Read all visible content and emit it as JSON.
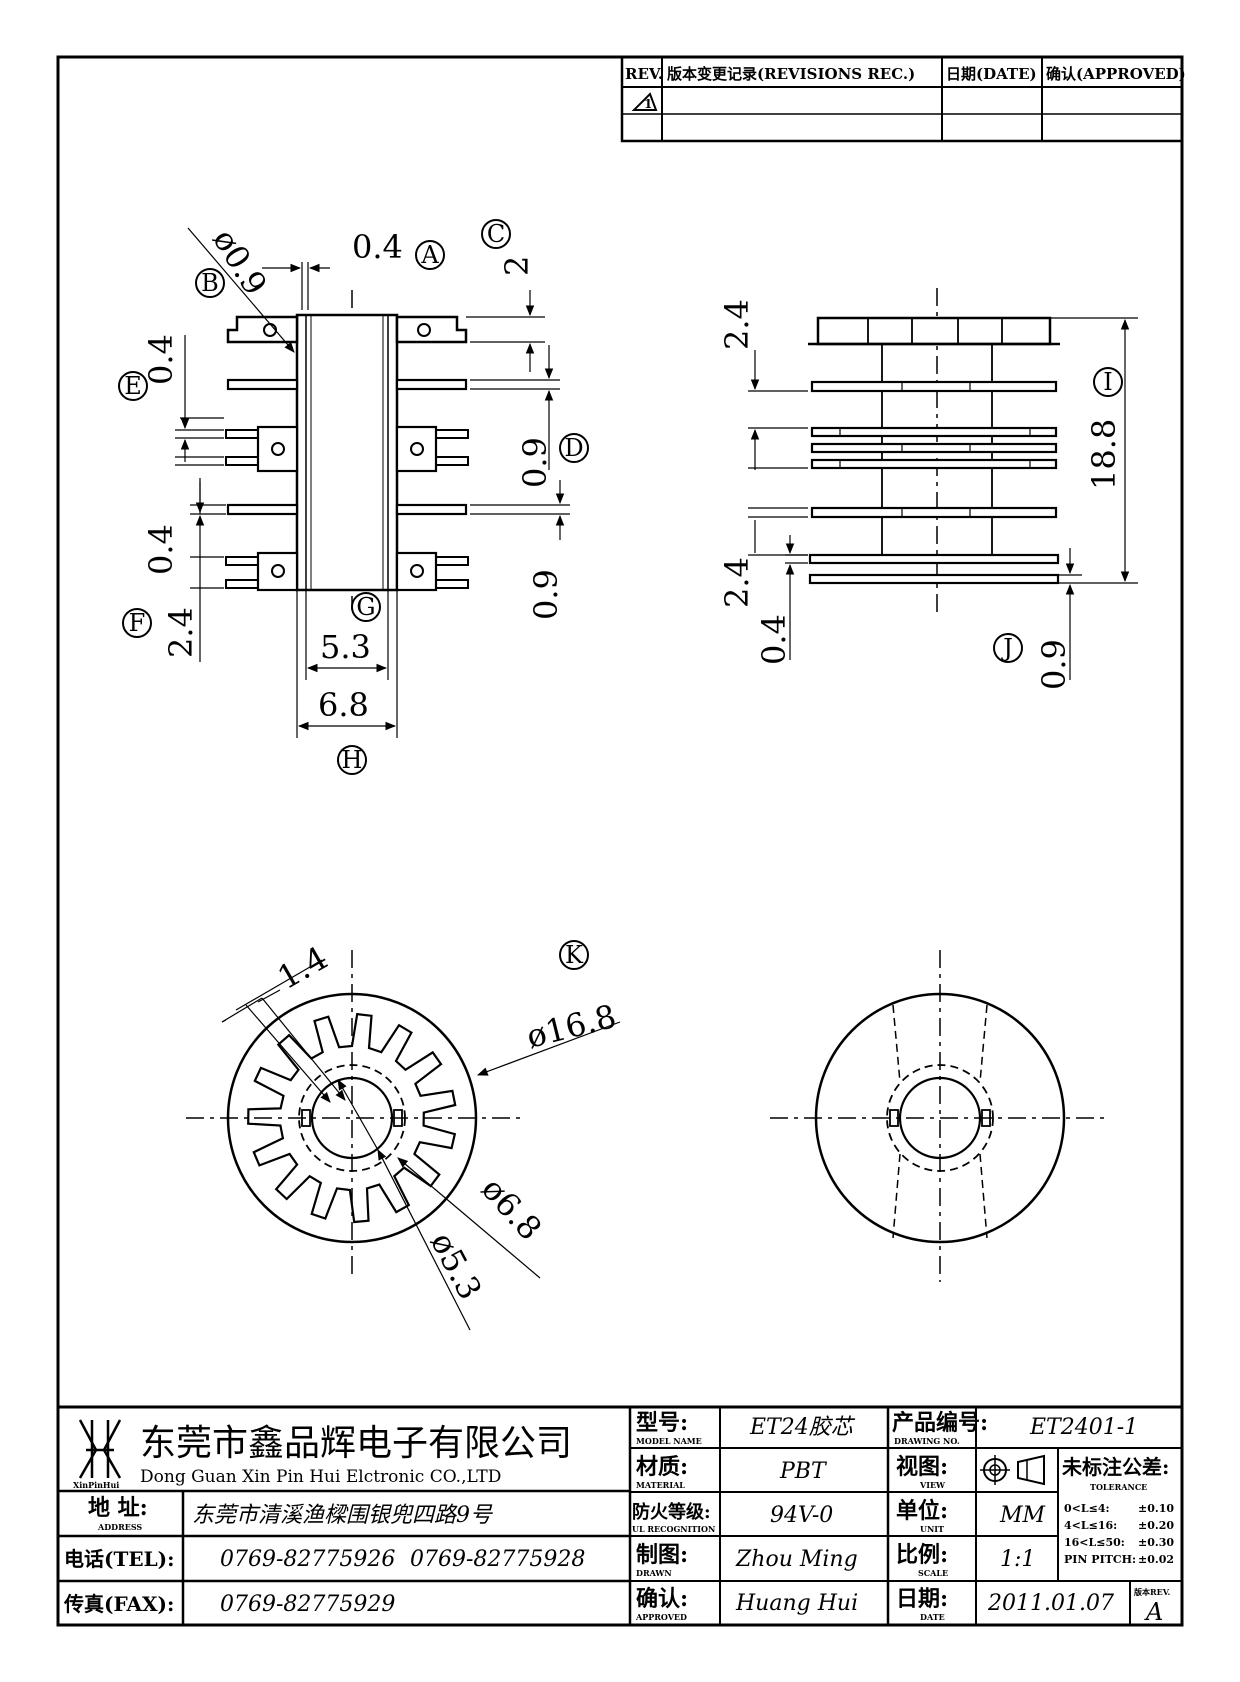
{
  "revisions": {
    "rev_header": "REV.",
    "record_header": "版本变更记录(REVISIONS REC.)",
    "date_header": "日期(DATE)",
    "approved_header": "确认(APPROVED)",
    "rev1_symbol": "1"
  },
  "front_view": {
    "dims": {
      "pin_width": "0.4",
      "hole_dia": "ø0.9",
      "top_gap": "2",
      "left_04_top": "0.4",
      "right_09_mid": "0.9",
      "left_04_mid": "0.4",
      "right_09_bot": "0.9",
      "left_24": "2.4",
      "bore_53": "5.3",
      "outer_68": "6.8"
    },
    "labels": [
      "A",
      "B",
      "C",
      "D",
      "E",
      "F",
      "G",
      "H"
    ]
  },
  "side_view": {
    "dims": {
      "top_24": "2.4",
      "height_188": "18.8",
      "bot_24": "2.4",
      "bot_04": "0.4",
      "bot_09": "0.9"
    },
    "labels": [
      "I",
      "J"
    ]
  },
  "bottom_view": {
    "dims": {
      "tooth_14": "1.4",
      "outer_168": "ø16.8",
      "inner_68": "ø6.8",
      "bore_53": "ø5.3"
    },
    "label": "K"
  },
  "title_block": {
    "company_cn": "东莞市鑫品辉电子有限公司",
    "company_en": "Dong Guan Xin Pin Hui Elctronic CO.,LTD",
    "logo_text": "XinPinHui",
    "address_label_cn": "地 址:",
    "address_label_en": "ADDRESS",
    "address_value": "东莞市清溪渔樑围银兜四路9号",
    "tel_label": "电话(TEL):",
    "tel_value_1": "0769-82775926",
    "tel_value_2": "0769-82775928",
    "fax_label": "传真(FAX):",
    "fax_value": "0769-82775929",
    "model_label_cn": "型号:",
    "model_label_en": "MODEL NAME",
    "model_value": "ET24胶芯",
    "material_label_cn": "材质:",
    "material_label_en": "MATERIAL",
    "material_value": "PBT",
    "fire_label_cn": "防火等级:",
    "fire_label_en": "UL RECOGNITION",
    "fire_value": "94V-0",
    "drawn_label_cn": "制图:",
    "drawn_label_en": "DRAWN",
    "drawn_value": "Zhou Ming",
    "approved_label_cn": "确认:",
    "approved_label_en": "APPROVED",
    "approved_value": "Huang Hui",
    "drawing_no_label_cn": "产品编号:",
    "drawing_no_label_en": "DRAWING NO.",
    "drawing_no_value": "ET2401-1",
    "view_label_cn": "视图:",
    "view_label_en": "VIEW",
    "unit_label_cn": "单位:",
    "unit_label_en": "UNIT",
    "unit_value": "MM",
    "scale_label_cn": "比例:",
    "scale_label_en": "SCALE",
    "scale_value": "1:1",
    "date_label_cn": "日期:",
    "date_label_en": "DATE",
    "date_value": "2011.01.07",
    "tolerance_label_cn": "未标注公差:",
    "tolerance_label_en": "TOLERANCE",
    "tolerances": [
      {
        "range": "0<L≤4:",
        "value": "±0.10"
      },
      {
        "range": "4<L≤16:",
        "value": "±0.20"
      },
      {
        "range": "16<L≤50:",
        "value": "±0.30"
      },
      {
        "range": "PIN PITCH:",
        "value": "±0.02"
      }
    ],
    "rev_label": "版本REV.",
    "rev_value": "A"
  }
}
